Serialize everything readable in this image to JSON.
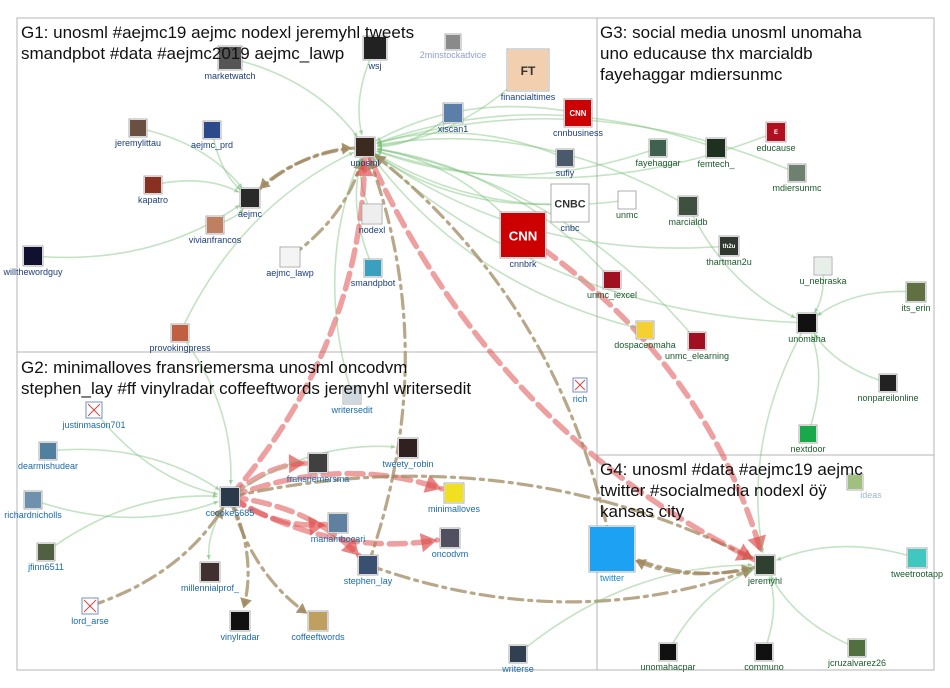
{
  "groups": [
    {
      "id": "G1",
      "title": "G1: unosml #aejmc19 aejmc nodexl jeremyhl tweets\nsmandpbot #data #aejmc2019 aejmc_lawp"
    },
    {
      "id": "G2",
      "title": "G2: minimalloves fransriemersma unosml oncodvm\nstephen_lay #ff vinylradar coffeeftwords jeremyhl writersedit"
    },
    {
      "id": "G3",
      "title": "G3: social media unosml unomaha\nuno educause thx marcialdb\nfayehaggar mdiersunmc"
    },
    {
      "id": "G4",
      "title": "G4: unosml #data #aejmc19 aejmc\ntwitter #socialmedia nodexl öÿ\nkansas city"
    }
  ],
  "nodes": [
    {
      "id": "marketwatch",
      "label": "marketwatch",
      "group": "G1",
      "color": "#555555",
      "label_color": "#1d3d7a"
    },
    {
      "id": "wsj",
      "label": "wsj",
      "group": "G1",
      "color": "#222222",
      "label_color": "#1d3d7a"
    },
    {
      "id": "2minstockadvice",
      "label": "2minstockadvice",
      "group": "G1",
      "color": "#8a8a8a",
      "label_color": "#8fa0c8"
    },
    {
      "id": "financialtimes",
      "label": "financialtimes",
      "group": "G1",
      "color": "#f2cfae",
      "label_color": "#1d3d7a",
      "text": "FT"
    },
    {
      "id": "cnnbusiness",
      "label": "cnnbusiness",
      "group": "G1",
      "color": "#cc0000",
      "label_color": "#1d3d7a",
      "text": "CNN"
    },
    {
      "id": "xiscan1",
      "label": "xiscan1",
      "group": "G1",
      "color": "#5b7fa8",
      "label_color": "#1d3d7a"
    },
    {
      "id": "unosml",
      "label": "unosml",
      "group": "G1",
      "color": "#3a2a20",
      "label_color": "#1d3d7a"
    },
    {
      "id": "sufiy",
      "label": "sufiy",
      "group": "G1",
      "color": "#4a5a6a",
      "label_color": "#1d3d7a"
    },
    {
      "id": "cnbc",
      "label": "cnbc",
      "group": "G1",
      "color": "#ffffff",
      "label_color": "#1d3d7a",
      "text": "CNBC"
    },
    {
      "id": "cnnbrk",
      "label": "cnnbrk",
      "group": "G1",
      "color": "#cc0000",
      "label_color": "#1d3d7a",
      "text": "CNN"
    },
    {
      "id": "jeremylittau",
      "label": "jeremylittau",
      "group": "G1",
      "color": "#6a5040",
      "label_color": "#1d3d7a"
    },
    {
      "id": "aejmc_prd",
      "label": "aejmc_prd",
      "group": "G1",
      "color": "#2a4a8a",
      "label_color": "#1d3d7a"
    },
    {
      "id": "kapatro",
      "label": "kapatro",
      "group": "G1",
      "color": "#8a3020",
      "label_color": "#1d3d7a"
    },
    {
      "id": "aejmc",
      "label": "aejmc",
      "group": "G1",
      "color": "#2a2a2a",
      "label_color": "#1d3d7a"
    },
    {
      "id": "nodexl",
      "label": "nodexl",
      "group": "G1",
      "color": "#eeeeee",
      "label_color": "#1d3d7a"
    },
    {
      "id": "vivianfrancos",
      "label": "vivianfrancos",
      "group": "G1",
      "color": "#c08060",
      "label_color": "#1d3d7a"
    },
    {
      "id": "willthewordguy",
      "label": "willthewordguy",
      "group": "G1",
      "color": "#101030",
      "label_color": "#1d3d7a"
    },
    {
      "id": "aejmc_lawp",
      "label": "aejmc_lawp",
      "group": "G1",
      "color": "#f4f4f4",
      "label_color": "#1d3d7a"
    },
    {
      "id": "smandpbot",
      "label": "smandpbot",
      "group": "G1",
      "color": "#3aa0c0",
      "label_color": "#1d3d7a"
    },
    {
      "id": "provokingpress",
      "label": "provokingpress",
      "group": "G1",
      "color": "#c06040",
      "label_color": "#1d3d7a"
    },
    {
      "id": "justinmason701",
      "label": "justinmason701",
      "group": "G2",
      "color": "broken",
      "label_color": "#1a6aa8"
    },
    {
      "id": "dearmishudear",
      "label": "dearmishudear",
      "group": "G2",
      "color": "#5080a0",
      "label_color": "#1a6aa8"
    },
    {
      "id": "richardnicholls",
      "label": "richardnicholls",
      "group": "G2",
      "color": "#7090b0",
      "label_color": "#1a6aa8"
    },
    {
      "id": "jfinn6511",
      "label": "jfinn6511",
      "group": "G2",
      "color": "#506040",
      "label_color": "#1a6aa8"
    },
    {
      "id": "lord_arse",
      "label": "lord_arse",
      "group": "G2",
      "color": "broken",
      "label_color": "#1a6aa8"
    },
    {
      "id": "ccooke6685",
      "label": "ccooke6685",
      "group": "G2",
      "color": "#2a3a4a",
      "label_color": "#1a6aa8"
    },
    {
      "id": "millennialprof_",
      "label": "millennialprof_",
      "group": "G2",
      "color": "#403030",
      "label_color": "#1a6aa8"
    },
    {
      "id": "vinylradar",
      "label": "vinylradar",
      "group": "G2",
      "color": "#111111",
      "label_color": "#1a6aa8"
    },
    {
      "id": "coffeeftwords",
      "label": "coffeeftwords",
      "group": "G2",
      "color": "#c0a060",
      "label_color": "#1a6aa8"
    },
    {
      "id": "fransriemersma",
      "label": "fransriemersma",
      "group": "G2",
      "color": "#404040",
      "label_color": "#1a6aa8"
    },
    {
      "id": "mariambocari",
      "label": "mariambocari",
      "group": "G2",
      "color": "#6080a0",
      "label_color": "#1a6aa8"
    },
    {
      "id": "stephen_lay",
      "label": "stephen_lay",
      "group": "G2",
      "color": "#3a5070",
      "label_color": "#1a6aa8"
    },
    {
      "id": "oncodvm",
      "label": "oncodvm",
      "group": "G2",
      "color": "#505060",
      "label_color": "#1a6aa8"
    },
    {
      "id": "minimalloves",
      "label": "minimalloves",
      "group": "G2",
      "color": "#f0e020",
      "label_color": "#1a6aa8"
    },
    {
      "id": "tweety_robin",
      "label": "tweety_robin",
      "group": "G2",
      "color": "#302020",
      "label_color": "#1a6aa8"
    },
    {
      "id": "writersedit",
      "label": "writersedit",
      "group": "G2",
      "color": "#d0d8e0",
      "label_color": "#1a6aa8"
    },
    {
      "id": "rich",
      "label": "rich",
      "group": "G2",
      "color": "broken",
      "label_color": "#1a6aa8"
    },
    {
      "id": "writerse",
      "label": "writerse",
      "group": "G2",
      "color": "#304050",
      "label_color": "#1a6aa8"
    },
    {
      "id": "fayehaggar",
      "label": "fayehaggar",
      "group": "G3",
      "color": "#406050",
      "label_color": "#1a5a2a"
    },
    {
      "id": "femtech_",
      "label": "femtech_",
      "group": "G3",
      "color": "#203020",
      "label_color": "#1a5a2a"
    },
    {
      "id": "educause",
      "label": "educause",
      "group": "G3",
      "color": "#b01020",
      "label_color": "#1a5a2a",
      "text": "E"
    },
    {
      "id": "mdiersunmc",
      "label": "mdiersunmc",
      "group": "G3",
      "color": "#708070",
      "label_color": "#1a5a2a"
    },
    {
      "id": "unmc",
      "label": "unmc",
      "group": "G3",
      "color": "#ffffff",
      "label_color": "#1a5a2a"
    },
    {
      "id": "marcialdb",
      "label": "marcialdb",
      "group": "G3",
      "color": "#405040",
      "label_color": "#1a5a2a"
    },
    {
      "id": "thartman2u",
      "label": "thartman2u",
      "group": "G3",
      "color": "#303830",
      "label_color": "#1a5a2a",
      "text": "th2u"
    },
    {
      "id": "unmc_iexcel",
      "label": "unmc_iexcel",
      "group": "G3",
      "color": "#a01020",
      "label_color": "#1a5a2a"
    },
    {
      "id": "dospaceomaha",
      "label": "dospaceomaha",
      "group": "G3",
      "color": "#f4d030",
      "label_color": "#1a5a2a"
    },
    {
      "id": "unmc_elearning",
      "label": "unmc_elearning",
      "group": "G3",
      "color": "#a01020",
      "label_color": "#1a5a2a"
    },
    {
      "id": "u_nebraska",
      "label": "u_nebraska",
      "group": "G3",
      "color": "#e8efe8",
      "label_color": "#1a5a2a"
    },
    {
      "id": "its_erin",
      "label": "its_erin",
      "group": "G3",
      "color": "#607040",
      "label_color": "#1a5a2a"
    },
    {
      "id": "unomaha",
      "label": "unomaha",
      "group": "G3",
      "color": "#111111",
      "label_color": "#1a5a2a"
    },
    {
      "id": "nonpareilonline",
      "label": "nonpareilonline",
      "group": "G3",
      "color": "#222222",
      "label_color": "#1a5a2a"
    },
    {
      "id": "nextdoor",
      "label": "nextdoor",
      "group": "G3",
      "color": "#19a84a",
      "label_color": "#1a5a2a"
    },
    {
      "id": "twitter",
      "label": "twitter",
      "group": "G4",
      "color": "#1da1f2",
      "label_color": "#1a8acc"
    },
    {
      "id": "jeremyhl",
      "label": "jeremyhl",
      "group": "G4",
      "color": "#304030",
      "label_color": "#1a5a2a"
    },
    {
      "id": "tweetrootapp",
      "label": "tweetrootapp",
      "group": "G4",
      "color": "#40c8c0",
      "label_color": "#1a5a2a"
    },
    {
      "id": "unomahacpar",
      "label": "unomahacpar",
      "group": "G4",
      "color": "#111111",
      "label_color": "#1a5a2a"
    },
    {
      "id": "communo",
      "label": "communo",
      "group": "G4",
      "color": "#111111",
      "label_color": "#1a5a2a"
    },
    {
      "id": "jcruzalvarez26",
      "label": "jcruzalvarez26",
      "group": "G4",
      "color": "#507040",
      "label_color": "#1a5a2a"
    },
    {
      "id": "ideas",
      "label": "ideas",
      "group": "G4",
      "color": "#a0c080",
      "label_color": "#9ab8d0"
    }
  ],
  "edges": [
    {
      "from": "marketwatch",
      "to": "unosml",
      "kind": "green"
    },
    {
      "from": "wsj",
      "to": "unosml",
      "kind": "green"
    },
    {
      "from": "financialtimes",
      "to": "unosml",
      "kind": "green"
    },
    {
      "from": "cnnbusiness",
      "to": "unosml",
      "kind": "green"
    },
    {
      "from": "xiscan1",
      "to": "unosml",
      "kind": "green"
    },
    {
      "from": "sufiy",
      "to": "unosml",
      "kind": "green"
    },
    {
      "from": "cnbc",
      "to": "unosml",
      "kind": "green"
    },
    {
      "from": "cnnbrk",
      "to": "unosml",
      "kind": "green"
    },
    {
      "from": "jeremylittau",
      "to": "aejmc",
      "kind": "green"
    },
    {
      "from": "aejmc_prd",
      "to": "aejmc",
      "kind": "green"
    },
    {
      "from": "kapatro",
      "to": "aejmc",
      "kind": "green"
    },
    {
      "from": "vivianfrancos",
      "to": "aejmc",
      "kind": "green"
    },
    {
      "from": "aejmc",
      "to": "unosml",
      "kind": "brown"
    },
    {
      "from": "unosml",
      "to": "aejmc",
      "kind": "brown"
    },
    {
      "from": "nodexl",
      "to": "unosml",
      "kind": "green"
    },
    {
      "from": "aejmc_lawp",
      "to": "unosml",
      "kind": "brown"
    },
    {
      "from": "smandpbot",
      "to": "unosml",
      "kind": "green"
    },
    {
      "from": "willthewordguy",
      "to": "aejmc",
      "kind": "green"
    },
    {
      "from": "provokingpress",
      "to": "unosml",
      "kind": "green"
    },
    {
      "from": "ccooke6685",
      "to": "unosml",
      "kind": "red"
    },
    {
      "from": "ccooke6685",
      "to": "fransriemersma",
      "kind": "red"
    },
    {
      "from": "ccooke6685",
      "to": "mariambocari",
      "kind": "red"
    },
    {
      "from": "ccooke6685",
      "to": "minimalloves",
      "kind": "red"
    },
    {
      "from": "ccooke6685",
      "to": "oncodvm",
      "kind": "red"
    },
    {
      "from": "ccooke6685",
      "to": "stephen_lay",
      "kind": "red"
    },
    {
      "from": "ccooke6685",
      "to": "coffeeftwords",
      "kind": "brown"
    },
    {
      "from": "ccooke6685",
      "to": "vinylradar",
      "kind": "brown"
    },
    {
      "from": "ccooke6685",
      "to": "millennialprof_",
      "kind": "green"
    },
    {
      "from": "ccooke6685",
      "to": "tweety_robin",
      "kind": "green"
    },
    {
      "from": "justinmason701",
      "to": "ccooke6685",
      "kind": "green"
    },
    {
      "from": "dearmishudear",
      "to": "ccooke6685",
      "kind": "green"
    },
    {
      "from": "richardnicholls",
      "to": "ccooke6685",
      "kind": "green"
    },
    {
      "from": "jfinn6511",
      "to": "ccooke6685",
      "kind": "green"
    },
    {
      "from": "lord_arse",
      "to": "ccooke6685",
      "kind": "brown"
    },
    {
      "from": "writersedit",
      "to": "unosml",
      "kind": "green"
    },
    {
      "from": "stephen_lay",
      "to": "unosml",
      "kind": "brown"
    },
    {
      "from": "ccooke6685",
      "to": "jeremyhl",
      "kind": "brown"
    },
    {
      "from": "stephen_lay",
      "to": "jeremyhl",
      "kind": "brown"
    },
    {
      "from": "writerse",
      "to": "jeremyhl",
      "kind": "green"
    },
    {
      "from": "unosml",
      "to": "jeremyhl",
      "kind": "red"
    },
    {
      "from": "cnnbrk",
      "to": "jeremyhl",
      "kind": "red"
    },
    {
      "from": "twitter",
      "to": "jeremyhl",
      "kind": "brown"
    },
    {
      "from": "jeremyhl",
      "to": "twitter",
      "kind": "brown"
    },
    {
      "from": "tweetrootapp",
      "to": "jeremyhl",
      "kind": "green"
    },
    {
      "from": "unomahacpar",
      "to": "jeremyhl",
      "kind": "green"
    },
    {
      "from": "communo",
      "to": "jeremyhl",
      "kind": "green"
    },
    {
      "from": "jcruzalvarez26",
      "to": "jeremyhl",
      "kind": "green"
    },
    {
      "from": "unomaha",
      "to": "jeremyhl",
      "kind": "green"
    },
    {
      "from": "fayehaggar",
      "to": "unosml",
      "kind": "green"
    },
    {
      "from": "femtech_",
      "to": "unosml",
      "kind": "green"
    },
    {
      "from": "educause",
      "to": "unosml",
      "kind": "green"
    },
    {
      "from": "mdiersunmc",
      "to": "unosml",
      "kind": "green"
    },
    {
      "from": "unmc",
      "to": "unosml",
      "kind": "green"
    },
    {
      "from": "marcialdb",
      "to": "unosml",
      "kind": "green"
    },
    {
      "from": "thartman2u",
      "to": "unosml",
      "kind": "green"
    },
    {
      "from": "unmc_iexcel",
      "to": "unosml",
      "kind": "green"
    },
    {
      "from": "dospaceomaha",
      "to": "unosml",
      "kind": "green"
    },
    {
      "from": "unmc_elearning",
      "to": "unosml",
      "kind": "green"
    },
    {
      "from": "u_nebraska",
      "to": "unomaha",
      "kind": "green"
    },
    {
      "from": "its_erin",
      "to": "unomaha",
      "kind": "green"
    },
    {
      "from": "nonpareilonline",
      "to": "unomaha",
      "kind": "green"
    },
    {
      "from": "nextdoor",
      "to": "unomaha",
      "kind": "green"
    },
    {
      "from": "unomaha",
      "to": "unosml",
      "kind": "green"
    },
    {
      "from": "marcialdb",
      "to": "unomaha",
      "kind": "green"
    },
    {
      "from": "provokingpress",
      "to": "ccooke6685",
      "kind": "green"
    },
    {
      "from": "twitter",
      "to": "unosml",
      "kind": "brown"
    }
  ]
}
